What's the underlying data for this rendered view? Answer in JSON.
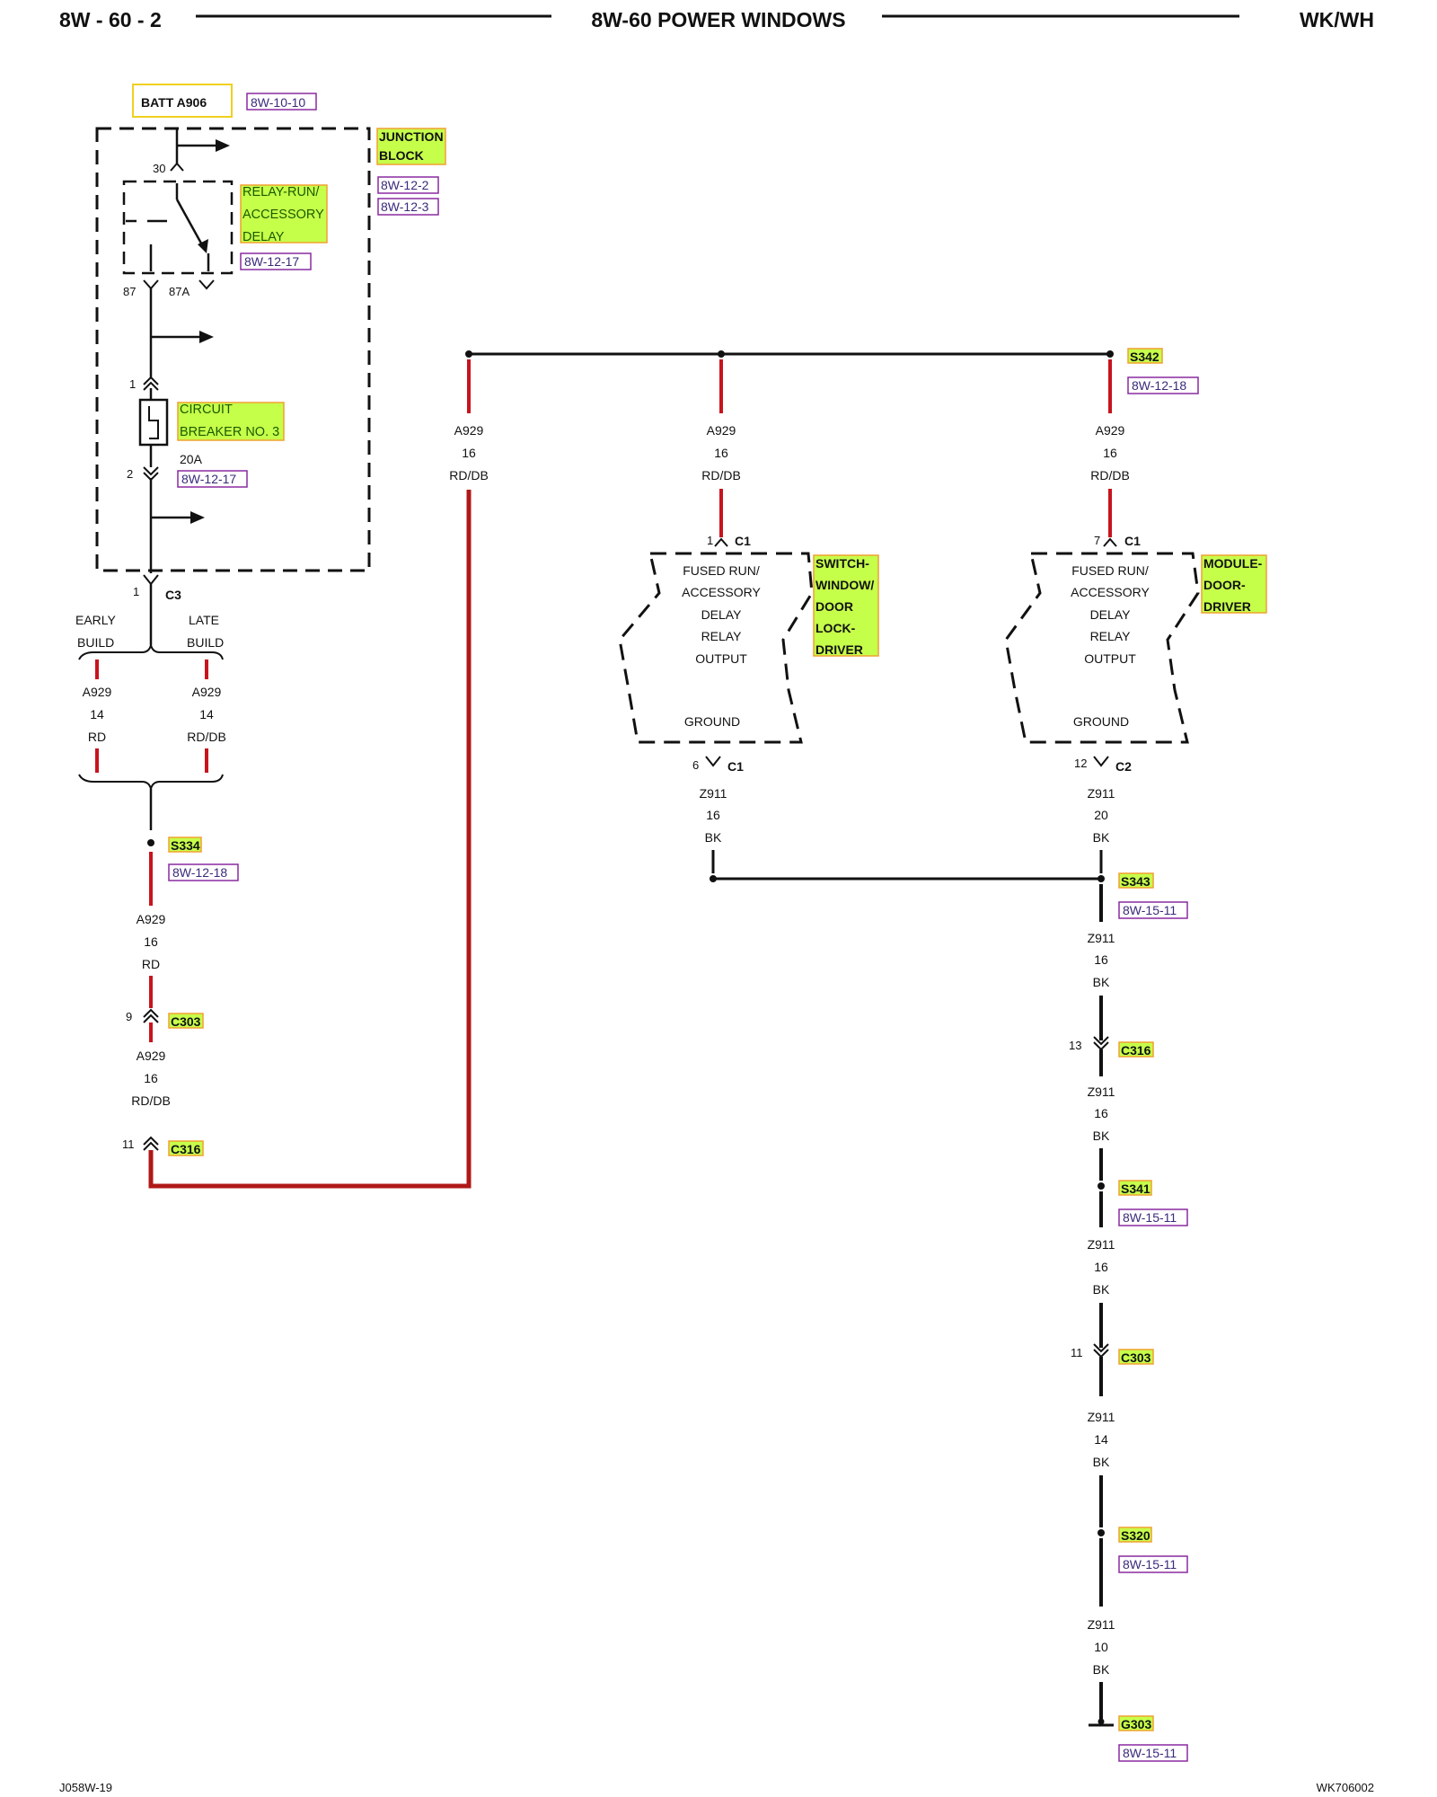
{
  "header": {
    "page_number": "8W - 60 - 2",
    "title": "8W-60 POWER WINDOWS",
    "model": "WK/WH"
  },
  "footer": {
    "left_code": "J058W-19",
    "right_code": "WK706002"
  },
  "colors": {
    "wire_red": "#c8141e",
    "wire_dark_red": "#b01818",
    "wire_black": "#111111",
    "label_highlight": "#c6ff4a",
    "label_border": "#f0a030",
    "source_border": "#f0d020",
    "ref_border": "#8a2aa0"
  },
  "components": {
    "battery": {
      "label": "BATT A906",
      "ref": "8W-10-10"
    },
    "junction_block": {
      "label_line1": "JUNCTION",
      "label_line2": "BLOCK",
      "refs": [
        "8W-12-2",
        "8W-12-3"
      ]
    },
    "relay": {
      "label_lines": [
        "RELAY-RUN/",
        "ACCESSORY",
        "DELAY"
      ],
      "ref": "8W-12-17",
      "pins": {
        "in": "30",
        "no": "87",
        "nc": "87A"
      }
    },
    "breaker": {
      "label_lines": [
        "CIRCUIT",
        "BREAKER NO. 3"
      ],
      "rating": "20A",
      "ref": "8W-12-17",
      "pin_top": "1",
      "pin_bottom": "2"
    },
    "switch": {
      "label_lines": [
        "SWITCH-",
        "WINDOW/",
        "DOOR",
        "LOCK-",
        "DRIVER"
      ],
      "inner_lines": [
        "FUSED RUN/",
        "ACCESSORY",
        "DELAY",
        "RELAY",
        "OUTPUT"
      ],
      "ground_label": "GROUND",
      "top_pin": "1",
      "top_conn": "C1",
      "bottom_pin": "6",
      "bottom_conn": "C1"
    },
    "module": {
      "label_lines": [
        "MODULE-",
        "DOOR-",
        "DRIVER"
      ],
      "inner_lines": [
        "FUSED RUN/",
        "ACCESSORY",
        "DELAY",
        "RELAY",
        "OUTPUT"
      ],
      "ground_label": "GROUND",
      "top_pin": "7",
      "top_conn": "C1",
      "bottom_pin": "12",
      "bottom_conn": "C2"
    }
  },
  "connectors": {
    "c3": {
      "pin": "1",
      "name": "C3"
    },
    "c303_left": {
      "pin": "9",
      "name": "C303"
    },
    "c316_left": {
      "pin": "11",
      "name": "C316"
    },
    "c316_right": {
      "pin": "13",
      "name": "C316"
    },
    "c303_right": {
      "pin": "11",
      "name": "C303"
    }
  },
  "splices": {
    "s334": {
      "name": "S334",
      "ref": "8W-12-18"
    },
    "s342": {
      "name": "S342",
      "ref": "8W-12-18"
    },
    "s343": {
      "name": "S343",
      "ref": "8W-15-11"
    },
    "s341": {
      "name": "S341",
      "ref": "8W-15-11"
    },
    "s320": {
      "name": "S320",
      "ref": "8W-15-11"
    }
  },
  "ground": {
    "name": "G303",
    "ref": "8W-15-11"
  },
  "build_variants": {
    "early": [
      "EARLY",
      "BUILD"
    ],
    "late": [
      "LATE",
      "BUILD"
    ]
  },
  "wires": {
    "early": [
      "A929",
      "14",
      "RD"
    ],
    "late": [
      "A929",
      "14",
      "RD/DB"
    ],
    "after_s334": [
      "A929",
      "16",
      "RD"
    ],
    "after_c303": [
      "A929",
      "16",
      "RD/DB"
    ],
    "riser": [
      "A929",
      "16",
      "RD/DB"
    ],
    "to_switch": [
      "A929",
      "16",
      "RD/DB"
    ],
    "to_module": [
      "A929",
      "16",
      "RD/DB"
    ],
    "switch_ground": [
      "Z911",
      "16",
      "BK"
    ],
    "module_ground": [
      "Z911",
      "20",
      "BK"
    ],
    "g_after_s343": [
      "Z911",
      "16",
      "BK"
    ],
    "g_after_c316": [
      "Z911",
      "16",
      "BK"
    ],
    "g_after_s341": [
      "Z911",
      "16",
      "BK"
    ],
    "g_after_c303": [
      "Z911",
      "14",
      "BK"
    ],
    "g_after_s320": [
      "Z911",
      "10",
      "BK"
    ]
  }
}
